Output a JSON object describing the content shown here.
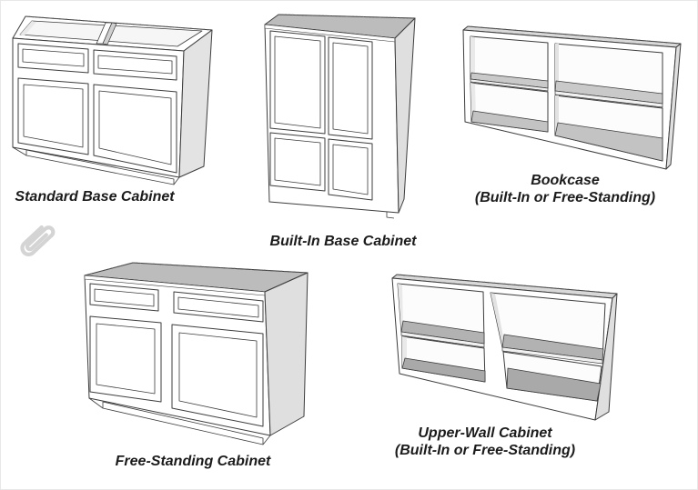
{
  "diagram": {
    "title_hint": "Cabinet types illustration",
    "background_color": "#ffffff",
    "outline_color": "#3c3c3c",
    "label_color": "#1b1b1b",
    "labels": {
      "standard_base": "Standard Base Cabinet",
      "built_in_base": "Built-In Base Cabinet",
      "bookcase_line1": "Bookcase",
      "bookcase_line2": "(Built-In or Free-Standing)",
      "free_standing": "Free-Standing Cabinet",
      "upper_wall_line1": "Upper-Wall Cabinet",
      "upper_wall_line2": "(Built-In or Free-Standing)"
    },
    "icons": {
      "paperclip": "paperclip-icon"
    },
    "colors": {
      "side_panel": "#e0e0e0",
      "counter_top": "#bcbcbc",
      "shelf_top": "#c9c9c9",
      "shelf_top_dark": "#b2b2b2",
      "floor_dark": "#a9a9a9",
      "paperclip": "#d4d4d4"
    }
  }
}
